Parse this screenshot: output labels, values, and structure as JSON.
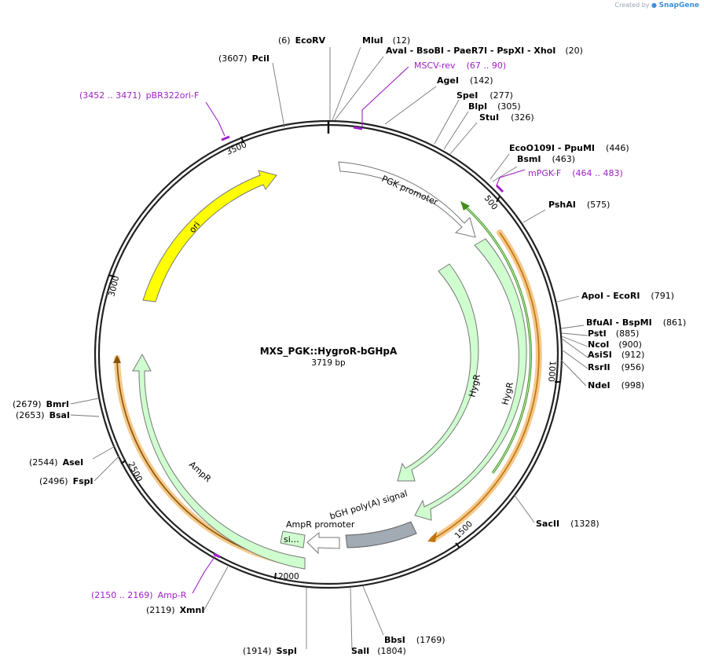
{
  "credit": {
    "prefix": "Created by",
    "brand": "SnapGene"
  },
  "plasmid": {
    "name": "MXS_PGK::HygroR-bGHpA",
    "length_label": "3719 bp"
  },
  "enzymes": [
    {
      "pos": "(6)",
      "name": "EcoRV"
    },
    {
      "pos": "(12)",
      "name": "MluI"
    },
    {
      "pos": "(20)",
      "name": "AvaI - BsoBI - PaeR7I - PspXI - XhoI"
    },
    {
      "pos": "(142)",
      "name": "AgeI"
    },
    {
      "pos": "(277)",
      "name": "SpeI"
    },
    {
      "pos": "(305)",
      "name": "BlpI"
    },
    {
      "pos": "(326)",
      "name": "StuI"
    },
    {
      "pos": "(446)",
      "name": "EcoO109I - PpuMI"
    },
    {
      "pos": "(463)",
      "name": "BsmI"
    },
    {
      "pos": "(575)",
      "name": "PshAI"
    },
    {
      "pos": "(791)",
      "name": "ApoI - EcoRI"
    },
    {
      "pos": "(861)",
      "name": "BfuAI - BspMI"
    },
    {
      "pos": "(885)",
      "name": "PstI"
    },
    {
      "pos": "(900)",
      "name": "NcoI"
    },
    {
      "pos": "(912)",
      "name": "AsiSI"
    },
    {
      "pos": "(956)",
      "name": "RsrII"
    },
    {
      "pos": "(998)",
      "name": "NdeI"
    },
    {
      "pos": "(1328)",
      "name": "SacII"
    },
    {
      "pos": "(1769)",
      "name": "BbsI"
    },
    {
      "pos": "(1804)",
      "name": "SalI"
    },
    {
      "pos": "(1914)",
      "name": "SspI"
    },
    {
      "pos": "(2119)",
      "name": "XmnI"
    },
    {
      "pos": "(2496)",
      "name": "FspI"
    },
    {
      "pos": "(2544)",
      "name": "AseI"
    },
    {
      "pos": "(2653)",
      "name": "BsaI"
    },
    {
      "pos": "(2679)",
      "name": "BmrI"
    },
    {
      "pos": "(3607)",
      "name": "PciI"
    }
  ],
  "primers": [
    {
      "name": "MSCV-rev",
      "range": "(67 .. 90)"
    },
    {
      "name": "mPGK-F",
      "range": "(464 .. 483)"
    },
    {
      "name": "Amp-R",
      "range": "(2150 .. 2169)"
    },
    {
      "name": "pBR322ori-F",
      "range": "(3452 .. 3471)"
    }
  ],
  "features": [
    {
      "name": "PGK promoter"
    },
    {
      "name": "HygR"
    },
    {
      "name": "HygR"
    },
    {
      "name": "bGH poly(A) signal"
    },
    {
      "name": "AmpR promoter"
    },
    {
      "name": "si…"
    },
    {
      "name": "AmpR"
    },
    {
      "name": "ori"
    }
  ],
  "ticks": [
    "500",
    "1000",
    "1500",
    "2000",
    "2500",
    "3000",
    "3500"
  ],
  "colors": {
    "backbone": "#222222",
    "primer": "#a020c8",
    "gene_fill": "#cfffcf",
    "ori_fill": "#ffff00",
    "polyA_fill": "#a2aab3",
    "orf_halo": "#f4c98a",
    "orf_line": "#c07410",
    "hyg_line": "#3f8f1a"
  }
}
